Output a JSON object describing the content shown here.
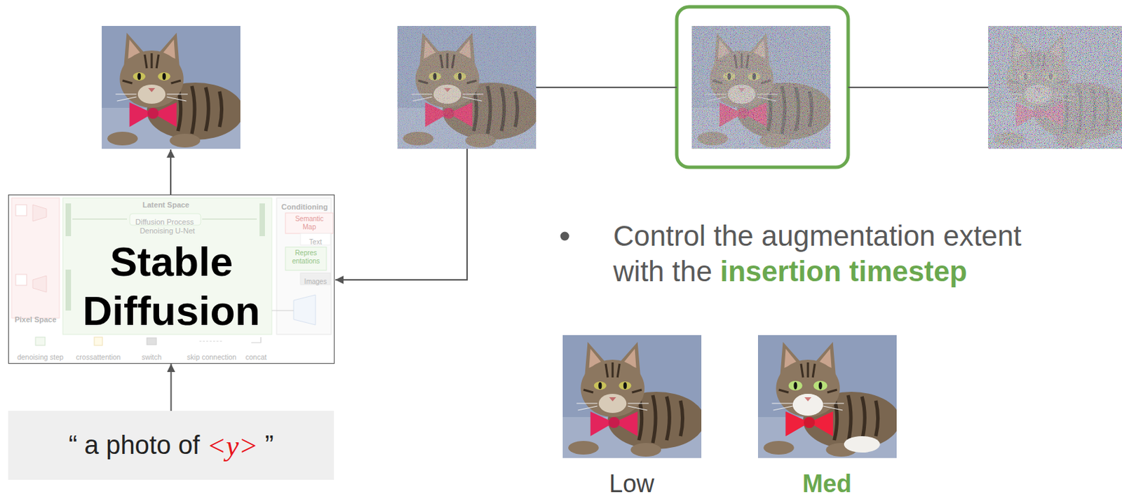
{
  "diagram": {
    "nodes": [
      {
        "text": [
          "Stable Diffusion"
        ]
      },
      {
        "text": [
          "“ a photo of",
          "<y>",
          "”"
        ]
      }
    ],
    "edges": [
      {
        "from": 1,
        "to": 0,
        "arrow": "to"
      }
    ],
    "labels": [
      "Latent Space",
      "Diffusion Process",
      "Denoising U-Net",
      "Conditioning",
      "Semantic Map",
      "Text",
      "Repres entations",
      "Images",
      "Pixel Space",
      "Control the augmentation extent with the",
      "insertion timestep",
      "Low",
      "Med"
    ],
    "legend": [
      {
        "text": "denoising step"
      },
      {
        "text": "crossattention"
      },
      {
        "text": "switch"
      },
      {
        "text": "skip connection"
      },
      {
        "text": "concat"
      }
    ]
  }
}
